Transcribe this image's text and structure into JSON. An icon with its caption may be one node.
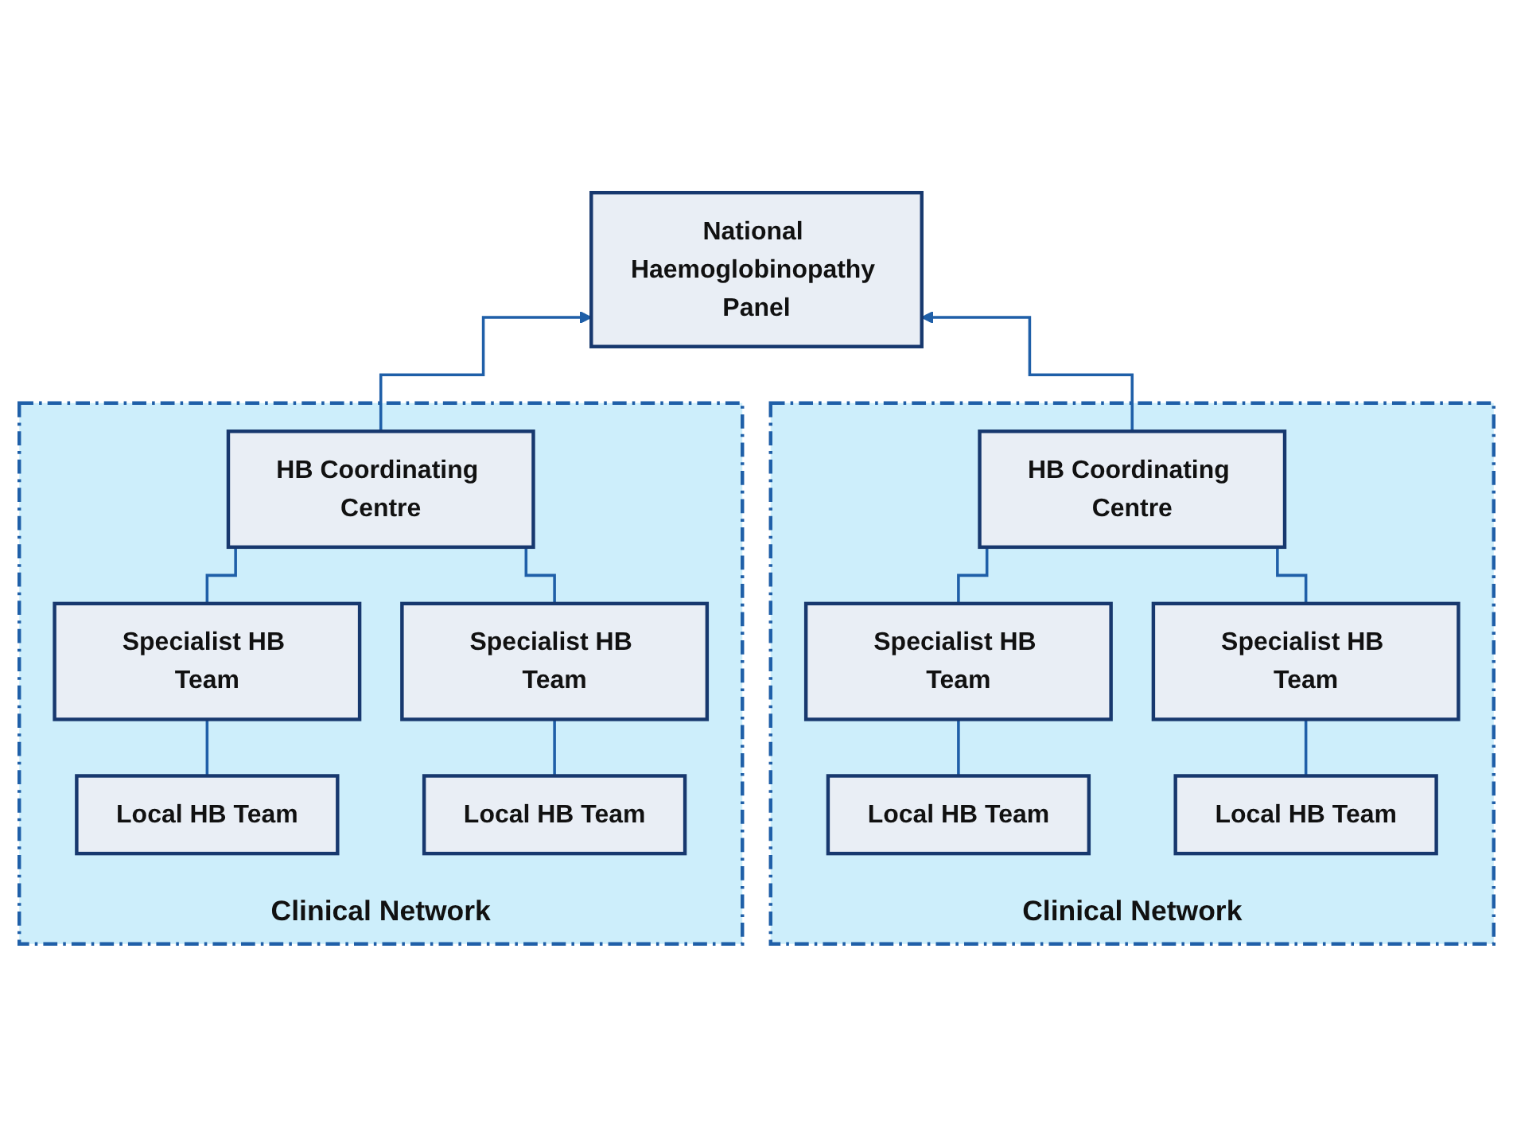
{
  "diagram": {
    "nodes": [
      {
        "text": [
          "National Haemoglobinopathy Panel"
        ]
      },
      {
        "text": [
          "Clinical Network"
        ]
      },
      {
        "text": [
          "HB Coordinating Centre"
        ],
        "in": 1
      },
      {
        "text": [
          "Specialist HB Team"
        ],
        "in": 1
      },
      {
        "text": [
          "Specialist HB Team"
        ],
        "in": 1
      },
      {
        "text": [
          "Local HB Team"
        ],
        "in": 1
      },
      {
        "text": [
          "Local HB Team"
        ],
        "in": 1
      },
      {
        "text": [
          "Clinical Network"
        ]
      },
      {
        "text": [
          "HB Coordinating Centre"
        ],
        "in": 7
      },
      {
        "text": [
          "Specialist HB Team"
        ],
        "in": 7
      },
      {
        "text": [
          "Specialist HB Team"
        ],
        "in": 7
      },
      {
        "text": [
          "Local HB Team"
        ],
        "in": 7
      },
      {
        "text": [
          "Local HB Team"
        ],
        "in": 7
      }
    ],
    "edges": [
      {
        "from": 2,
        "to": 0,
        "arrow": "to"
      },
      {
        "from": 2,
        "to": 3,
        "arrow": "none"
      },
      {
        "from": 2,
        "to": 4,
        "arrow": "none"
      },
      {
        "from": 3,
        "to": 5,
        "arrow": "none"
      },
      {
        "from": 4,
        "to": 6,
        "arrow": "none"
      },
      {
        "from": 8,
        "to": 0,
        "arrow": "to"
      },
      {
        "from": 8,
        "to": 9,
        "arrow": "none"
      },
      {
        "from": 8,
        "to": 10,
        "arrow": "none"
      },
      {
        "from": 9,
        "to": 11,
        "arrow": "none"
      },
      {
        "from": 10,
        "to": 12,
        "arrow": "none"
      }
    ]
  }
}
